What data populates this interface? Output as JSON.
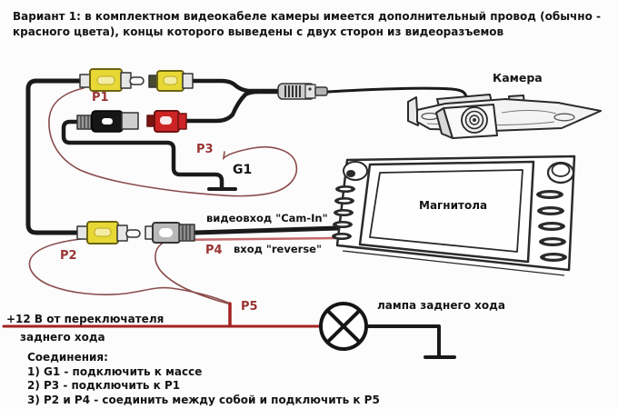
{
  "header": {
    "line1": "Вариант 1: в комплектном видеокабеле камеры имеется дополнительный провод (обычно -",
    "line2": "красного цвета), концы которого выведены с двух сторон из видеоразъемов"
  },
  "diagram": {
    "camera_label": "Камера",
    "head_unit_label": "Магнитола",
    "cam_in_label": "видеовход \"Cam-In\"",
    "reverse_label": "вход \"reverse\"",
    "lamp_label": "лампа заднего хода",
    "power_label_line1": "+12 В от переключателя",
    "power_label_line2": "заднего хода",
    "points": {
      "p1": "P1",
      "p2": "P2",
      "p3": "P3",
      "p4": "P4",
      "p5": "P5",
      "g1": "G1"
    }
  },
  "connections": {
    "title": "Соединения:",
    "items": [
      "1) G1 - подключить к массе",
      "2) P3 - подключить к P1",
      "3) P2 и P4 - соединить между собой и подключить к P5"
    ]
  },
  "colors": {
    "wire_power_red": "#a32222",
    "wire_signal_thin": "#8a4c4c",
    "wire_reverse_pink": "#c4686a",
    "cable_black": "#1a1a1a",
    "connector_yellow": "#e8d835",
    "connector_red": "#cc2424",
    "label_red": "#9b3434"
  }
}
